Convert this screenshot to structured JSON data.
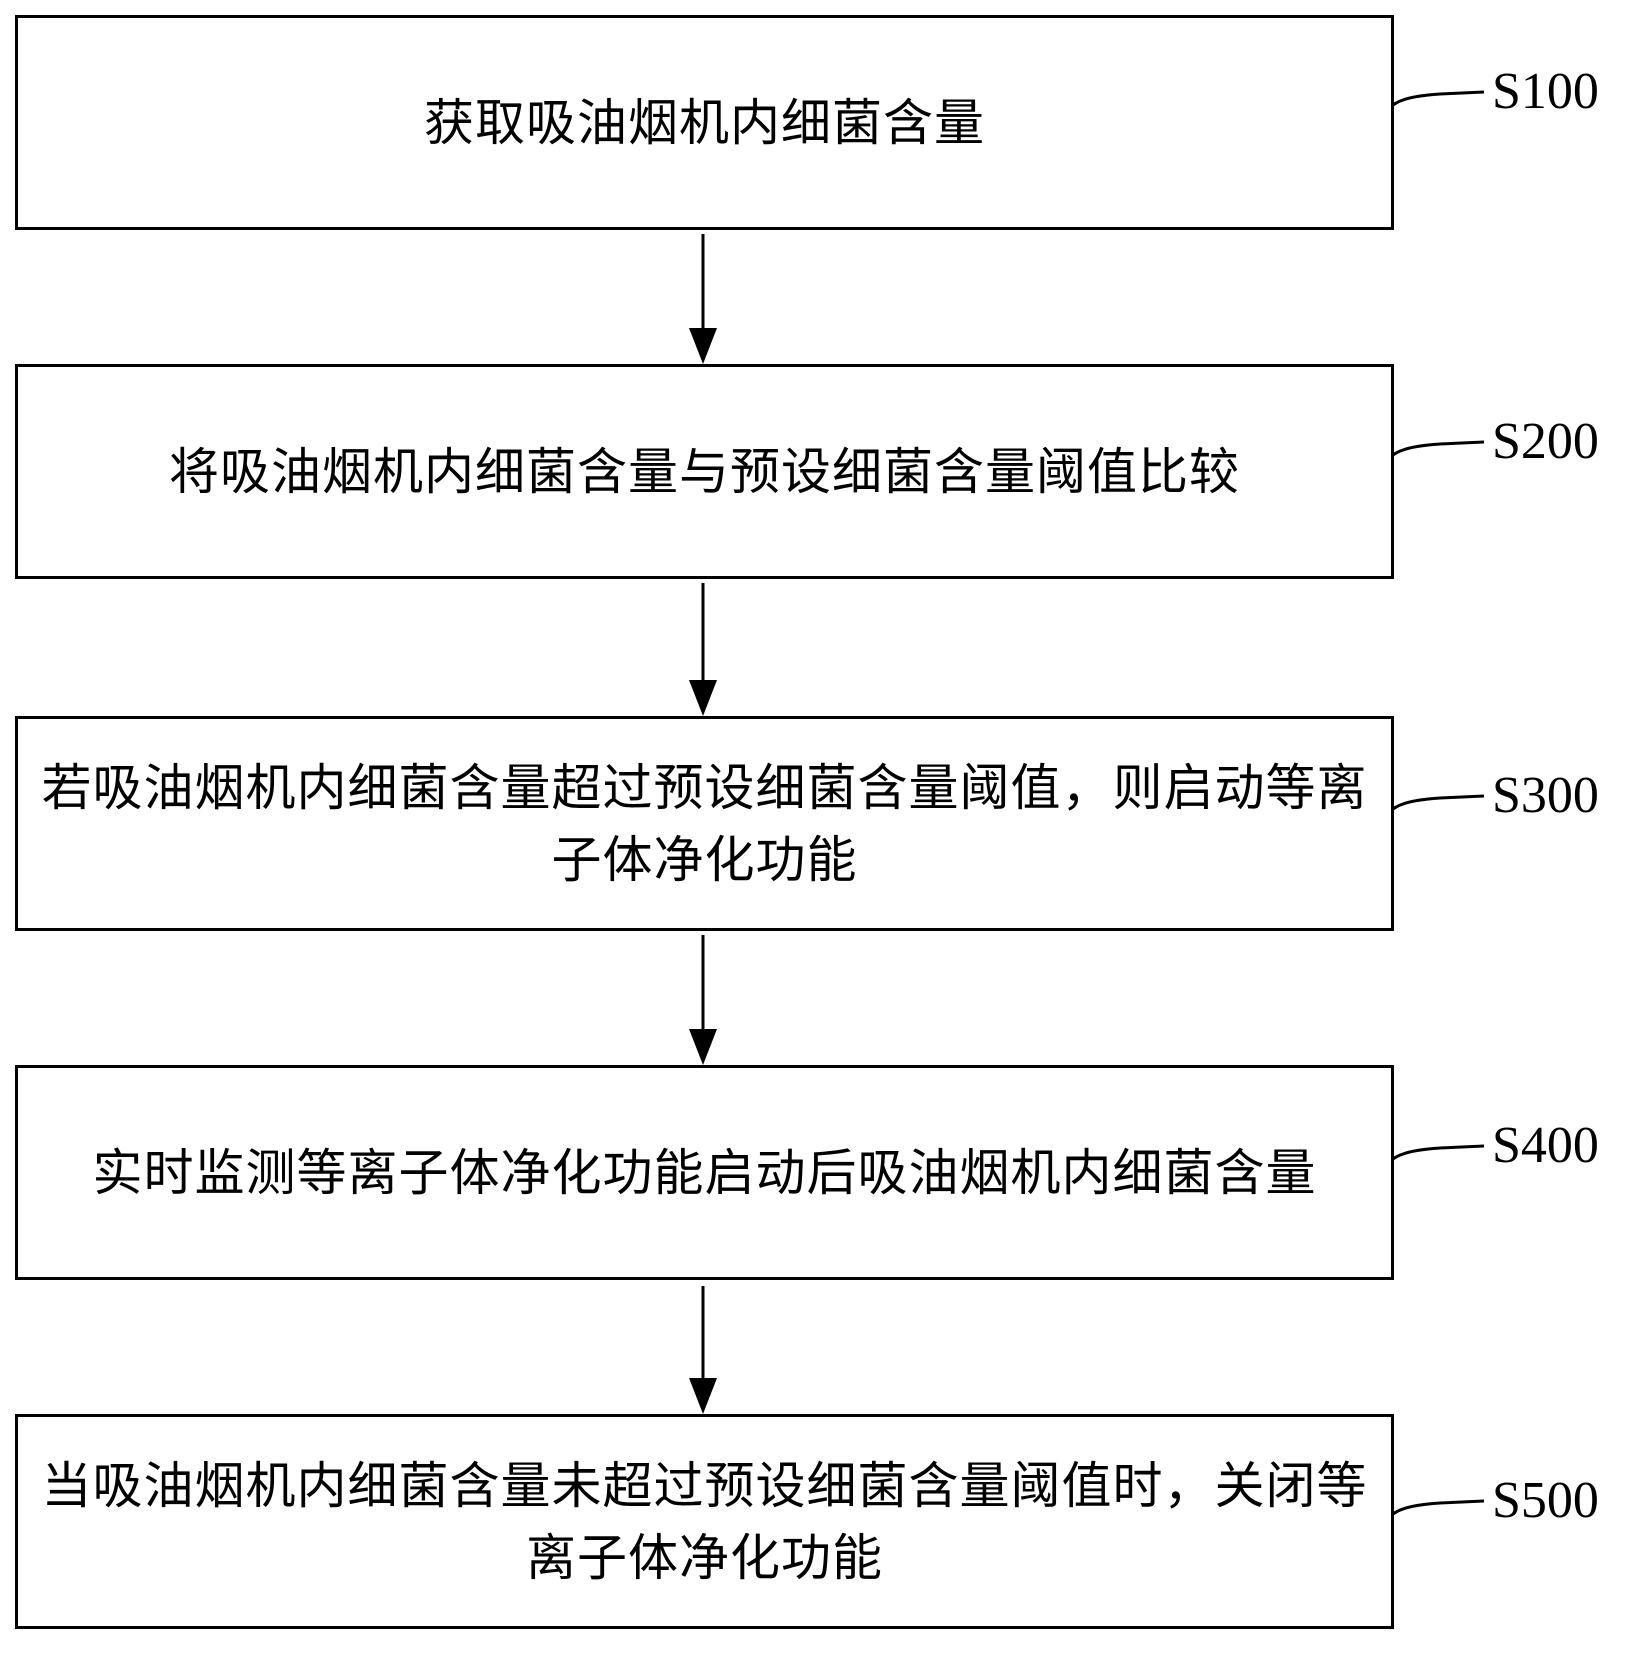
{
  "steps": [
    {
      "id": "S100",
      "text": "获取吸油烟机内细菌含量"
    },
    {
      "id": "S200",
      "text": "将吸油烟机内细菌含量与预设细菌含量阈值比较"
    },
    {
      "id": "S300",
      "text": "若吸油烟机内细菌含量超过预设细菌含量阈值，则启动等离子体净化功能"
    },
    {
      "id": "S400",
      "text": "实时监测等离子体净化功能启动后吸油烟机内细菌含量"
    },
    {
      "id": "S500",
      "text": "当吸油烟机内细菌含量未超过预设细菌含量阈值时，关闭等离子体净化功能"
    }
  ],
  "colors": {
    "stroke": "#000000",
    "background": "#ffffff"
  }
}
